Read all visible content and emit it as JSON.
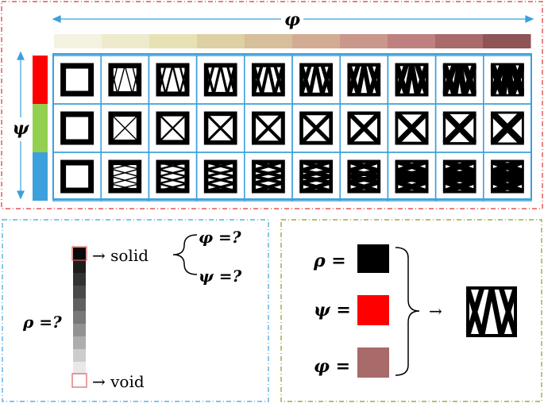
{
  "top": {
    "phi_label": "φ",
    "psi_label": "ψ",
    "gradient_colors": [
      "#f4f2e0",
      "#eeebcc",
      "#e6e2b4",
      "#ddd0a2",
      "#d6bf9a",
      "#d2ac92",
      "#c9978c",
      "#bf8080",
      "#a96a6c",
      "#8f5456"
    ],
    "row_colors": [
      "#ff0000",
      "#92d050",
      "#3ca0dc"
    ],
    "grid_border_color": "#3ca0dc"
  },
  "bottom_left": {
    "rho_label": "ρ =?",
    "solid_label": "→ solid",
    "void_label": "→ void",
    "phi_q": "φ =?",
    "psi_q": "ψ =?",
    "rho_scale": [
      "#0a0a0a",
      "#1e1e1e",
      "#333333",
      "#494949",
      "#606060",
      "#787878",
      "#929292",
      "#adadad",
      "#cccccc",
      "#e8e8e8",
      "#ffffff"
    ],
    "highlight_color": "#e06060"
  },
  "bottom_right": {
    "rho_label": "ρ =",
    "psi_label": "ψ =",
    "phi_label": "φ =",
    "arrow": "→",
    "rho_color": "#000000",
    "psi_color": "#ff0000",
    "phi_color": "#a96a6a"
  }
}
